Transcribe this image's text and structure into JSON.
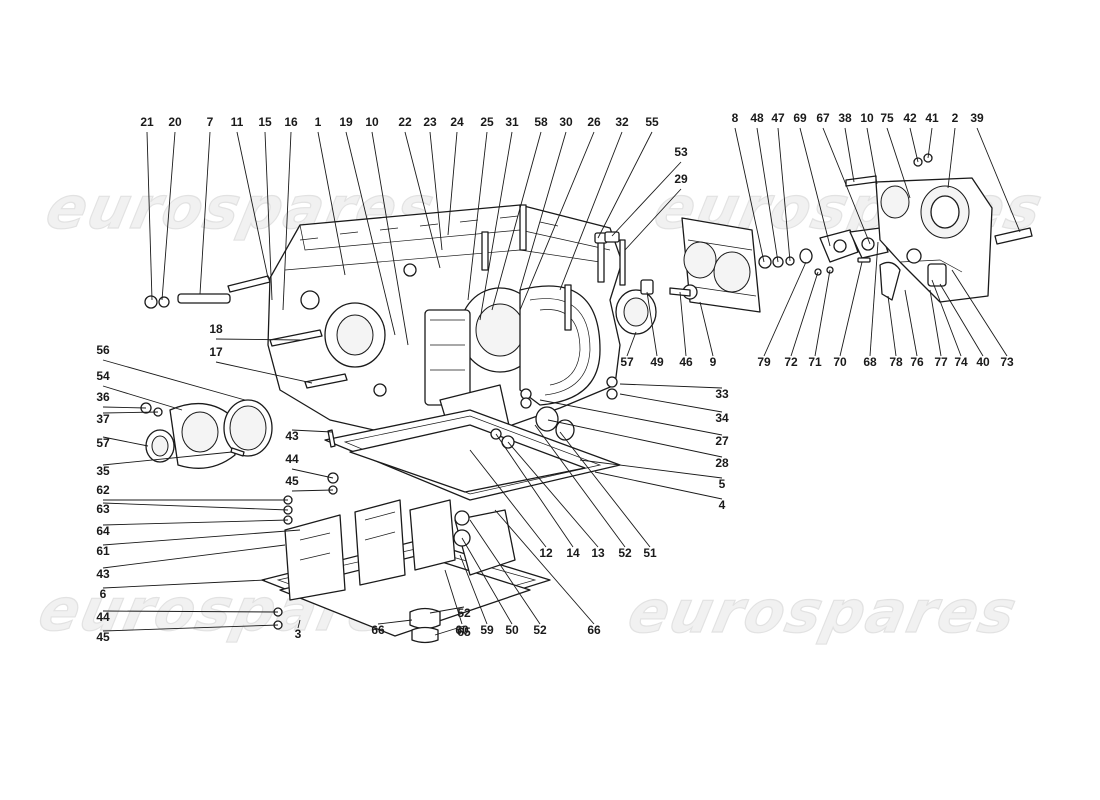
{
  "watermarks": [
    {
      "id": "wm-top-left",
      "text": "eurospares"
    },
    {
      "id": "wm-top-right",
      "text": "eurospares"
    },
    {
      "id": "wm-bottom-left",
      "text": "eurospares"
    },
    {
      "id": "wm-bottom-right",
      "text": "eurospares"
    }
  ],
  "callouts": [
    "21",
    "20",
    "7",
    "11",
    "15",
    "16",
    "1",
    "19",
    "10",
    "22",
    "23",
    "24",
    "25",
    "31",
    "58",
    "30",
    "26",
    "32",
    "55",
    "53",
    "29",
    "8",
    "48",
    "47",
    "69",
    "67",
    "38",
    "10",
    "75",
    "42",
    "41",
    "2",
    "39",
    "18",
    "17",
    "56",
    "54",
    "36",
    "37",
    "57",
    "35",
    "43",
    "44",
    "45",
    "62",
    "63",
    "64",
    "61",
    "43",
    "6",
    "44",
    "45",
    "3",
    "66",
    "52",
    "65",
    "60",
    "59",
    "50",
    "52",
    "66",
    "12",
    "14",
    "13",
    "52",
    "51",
    "33",
    "34",
    "27",
    "28",
    "5",
    "4",
    "57",
    "49",
    "46",
    "9",
    "79",
    "72",
    "71",
    "70",
    "68",
    "78",
    "76",
    "77",
    "74",
    "40",
    "73"
  ]
}
